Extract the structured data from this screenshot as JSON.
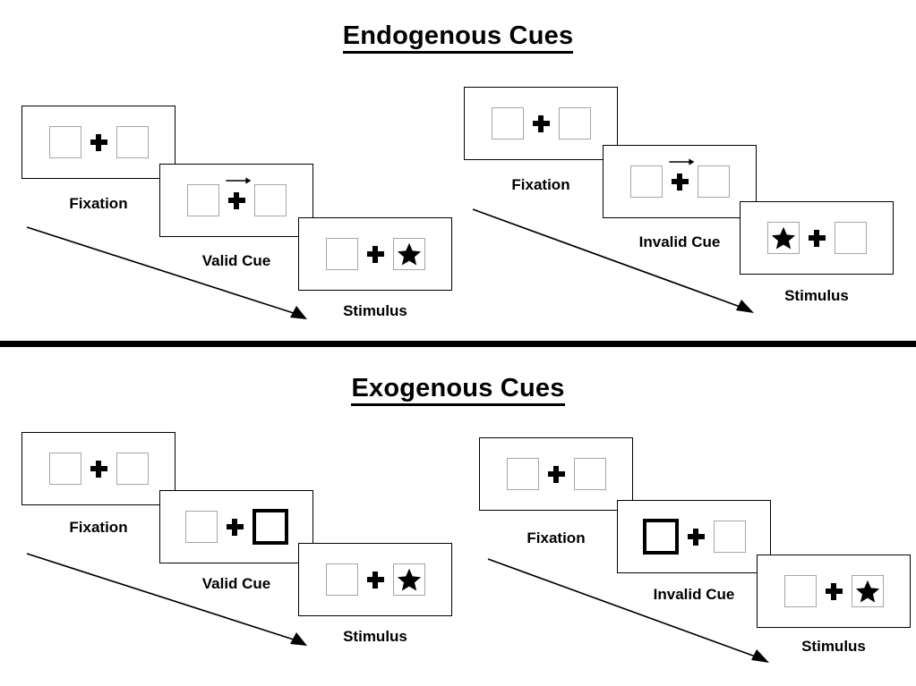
{
  "figure": {
    "title_endogenous": "Endogenous Cues",
    "title_exogenous": "Exogenous Cues",
    "colors": {
      "panel_border": "#000000",
      "box_border": "#a6a6a6",
      "cued_box_border": "#000000",
      "stimulus": "#000000",
      "background": "#ffffff"
    }
  },
  "sections": [
    {
      "id": "endogenous",
      "title": "Endogenous Cues",
      "cue_type": "central-arrow",
      "sequences": [
        {
          "id": "endogenous-valid",
          "condition": "valid",
          "panels": [
            {
              "caption": "Fixation",
              "cue": "none",
              "target_side": "none",
              "arrow": "none"
            },
            {
              "caption": "Valid Cue",
              "cue": "arrow-right",
              "target_side": "none",
              "arrow": "right"
            },
            {
              "caption": "Stimulus",
              "cue": "none",
              "target_side": "right",
              "arrow": "none"
            }
          ]
        },
        {
          "id": "endogenous-invalid",
          "condition": "invalid",
          "panels": [
            {
              "caption": "Fixation",
              "cue": "none",
              "target_side": "none",
              "arrow": "none"
            },
            {
              "caption": "Invalid Cue",
              "cue": "arrow-right",
              "target_side": "none",
              "arrow": "right"
            },
            {
              "caption": "Stimulus",
              "cue": "none",
              "target_side": "left",
              "arrow": "none"
            }
          ]
        }
      ]
    },
    {
      "id": "exogenous",
      "title": "Exogenous Cues",
      "cue_type": "peripheral-flash",
      "sequences": [
        {
          "id": "exogenous-valid",
          "condition": "valid",
          "panels": [
            {
              "caption": "Fixation",
              "cue": "none",
              "target_side": "none",
              "arrow": "none"
            },
            {
              "caption": "Valid Cue",
              "cue": "flash-right",
              "target_side": "none",
              "arrow": "none"
            },
            {
              "caption": "Stimulus",
              "cue": "none",
              "target_side": "right",
              "arrow": "none"
            }
          ]
        },
        {
          "id": "exogenous-invalid",
          "condition": "invalid",
          "panels": [
            {
              "caption": "Fixation",
              "cue": "none",
              "target_side": "none",
              "arrow": "none"
            },
            {
              "caption": "Invalid Cue",
              "cue": "flash-left",
              "target_side": "none",
              "arrow": "none"
            },
            {
              "caption": "Stimulus",
              "cue": "none",
              "target_side": "right",
              "arrow": "none"
            }
          ]
        }
      ]
    }
  ],
  "symbols": {
    "star": "★",
    "fixation_cross": "plus",
    "cue_arrow": "arrow-right"
  },
  "captions": {
    "fixation": "Fixation",
    "valid_cue": "Valid Cue",
    "invalid_cue": "Invalid Cue",
    "stimulus": "Stimulus"
  }
}
